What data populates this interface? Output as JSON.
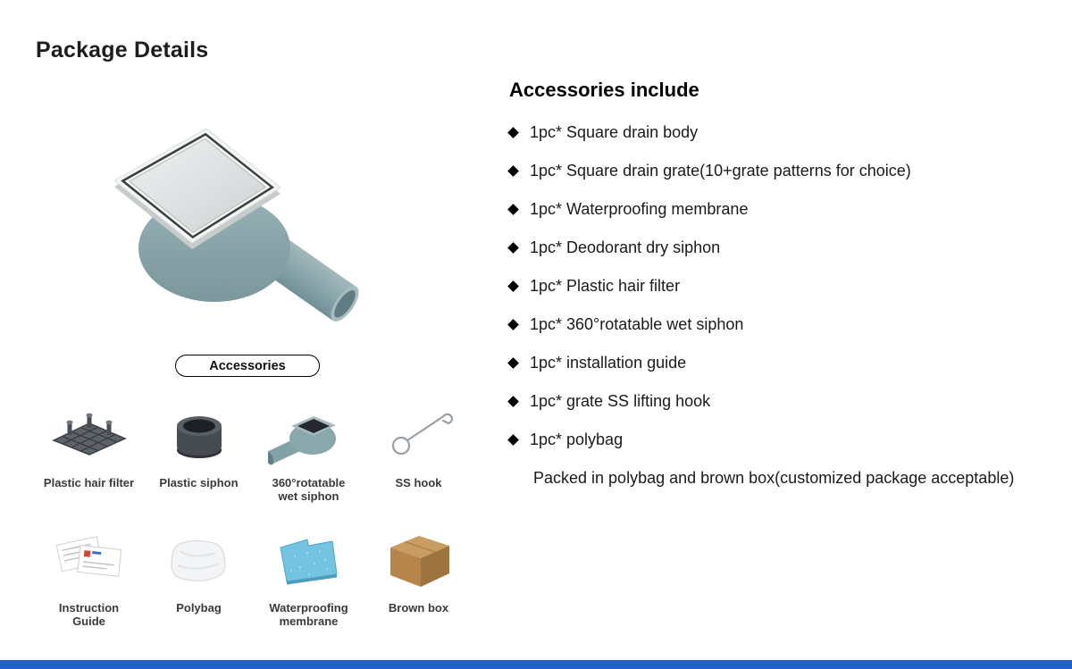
{
  "page": {
    "title": "Package Details"
  },
  "left_panel": {
    "main_image": "square-floor-drain-with-rotatable-siphon",
    "accessories_badge": "Accessories",
    "accessories_grid": [
      {
        "label": "Plastic hair filter",
        "icon": "plastic-hair-filter-icon"
      },
      {
        "label": "Plastic siphon",
        "icon": "plastic-siphon-icon"
      },
      {
        "label": "360°rotatable\nwet siphon",
        "icon": "rotatable-wet-siphon-icon"
      },
      {
        "label": "SS hook",
        "icon": "ss-hook-icon"
      },
      {
        "label": "Instruction\nGuide",
        "icon": "instruction-guide-icon"
      },
      {
        "label": "Polybag",
        "icon": "polybag-icon"
      },
      {
        "label": "Waterproofing\nmembrane",
        "icon": "waterproofing-membrane-icon"
      },
      {
        "label": "Brown box",
        "icon": "brown-box-icon"
      }
    ]
  },
  "accessories_include": {
    "heading": "Accessories include",
    "items": [
      "1pc* Square drain body",
      "1pc* Square drain grate(10+grate patterns for choice)",
      "1pc* Waterproofing membrane",
      "1pc* Deodorant dry siphon",
      "1pc* Plastic hair filter",
      "1pc* 360°rotatable wet siphon",
      "1pc* installation guide",
      "1pc* grate SS lifting hook",
      "1pc* polybag"
    ],
    "packed_note": "Packed in polybag and brown box(customized package acceptable)"
  },
  "colors": {
    "drain_body_teal": "#8aa7ac",
    "membrane_blue": "#74c3e1",
    "box_brown": "#b5854b",
    "bottom_bar_blue": "#2160c4",
    "text_dark": "#1a1a1a"
  }
}
